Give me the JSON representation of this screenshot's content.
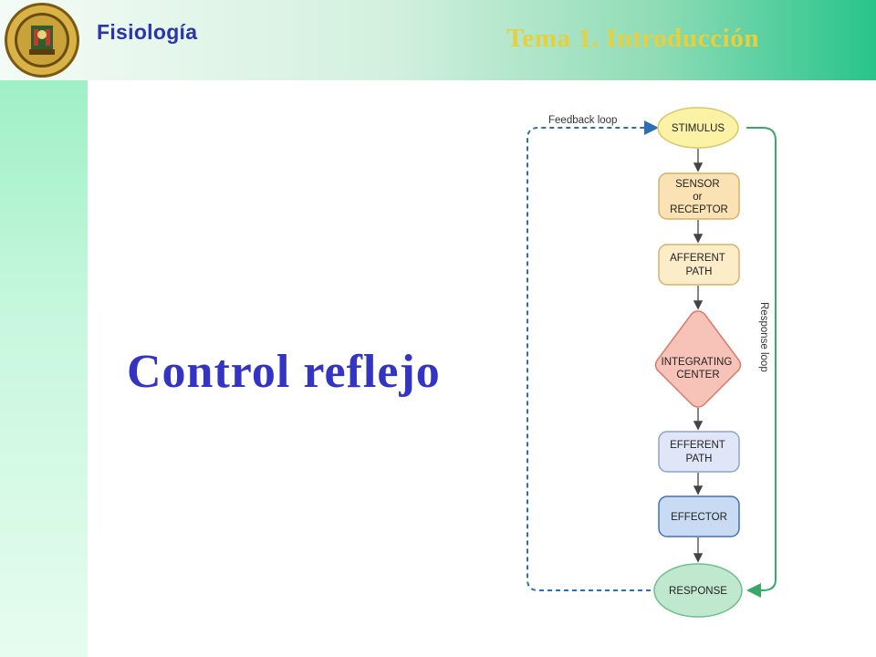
{
  "header": {
    "app_title": "Fisiología",
    "topic": "Tema 1. Introducción"
  },
  "slide": {
    "title": "Control reflejo"
  },
  "diagram": {
    "feedback_loop_label": "Feedback loop",
    "response_loop_label": "Response loop",
    "nodes": {
      "stimulus": [
        "STIMULUS"
      ],
      "sensor": [
        "SENSOR",
        "or",
        "RECEPTOR"
      ],
      "afferent": [
        "AFFERENT",
        "PATH"
      ],
      "integrating": [
        "INTEGRATING",
        "CENTER"
      ],
      "efferent": [
        "EFFERENT",
        "PATH"
      ],
      "effector": [
        "EFFECTOR"
      ],
      "response": [
        "RESPONSE"
      ]
    }
  },
  "colors": {
    "title_blue": "#3434c4",
    "topic_yellow": "#e8cf3c",
    "feedback_blue": "#2c6fb5",
    "response_green": "#3aa66a"
  }
}
